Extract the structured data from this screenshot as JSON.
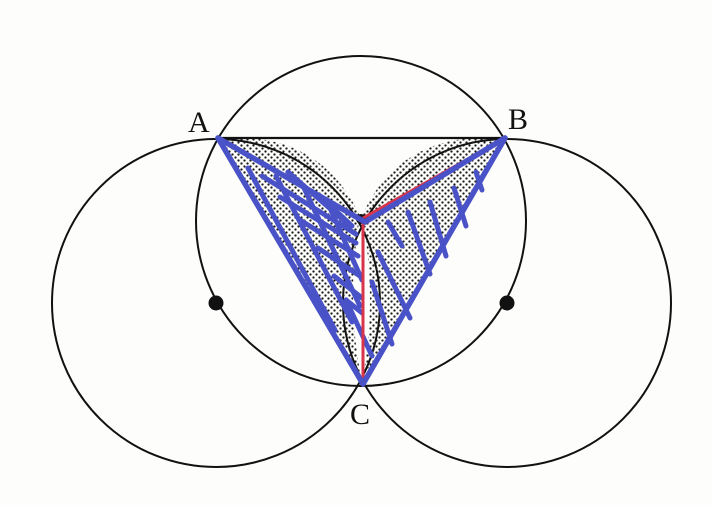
{
  "points": {
    "a": "A",
    "b": "B",
    "c": "C"
  },
  "colors": {
    "ink": "#111111",
    "triangle": "#4a52c8",
    "red": "#d8344a",
    "stipple": "#1a1a1a",
    "background": "#fdfdfc"
  }
}
